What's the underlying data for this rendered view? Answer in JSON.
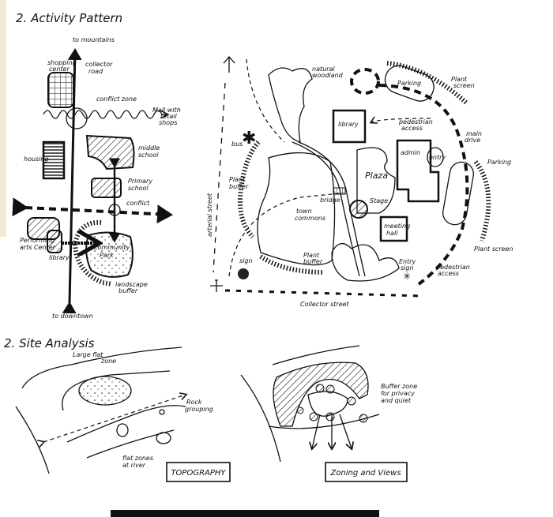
{
  "activity_pattern": {
    "title": "2. Activity Pattern",
    "to_mountains": "to mountains",
    "to_downtown": "to downtown",
    "collector_road": [
      "collector",
      "road"
    ],
    "shopping_center": [
      "shopping",
      "center"
    ],
    "conflict_zone": "conflict zone",
    "mall": [
      "Mall with",
      "retail",
      "shops"
    ],
    "housing": "housing",
    "middle_school": [
      "middle",
      "school"
    ],
    "primary_school": [
      "Primary",
      "school"
    ],
    "conflict": "conflict",
    "performing_arts": [
      "Performing",
      "arts Center"
    ],
    "library": "library",
    "community_park": [
      "Community",
      "Park"
    ],
    "landscape_buffer": [
      "landscape",
      "buffer"
    ]
  },
  "site_plan": {
    "natural_woodland": [
      "natural",
      "woodland"
    ],
    "parking_top": "Parking",
    "plant_screen_top": [
      "Plant",
      "screen"
    ],
    "library": "library",
    "pedestrian_access_top": [
      "pedestrian",
      "access"
    ],
    "main_drive": [
      "main",
      "drive"
    ],
    "bus": "bus",
    "admin": "admin",
    "entry": "entry",
    "parking_right": "Parking",
    "plant_buffer_left": [
      "Plant",
      "buffer"
    ],
    "arterial_street": "arterial street",
    "plaza": "Plaza",
    "bridge": "bridge",
    "stage": "Stage",
    "town_commons": [
      "town",
      "commons"
    ],
    "meeting_hall": [
      "meeting",
      "hall"
    ],
    "plant_screen_right": "Plant screen",
    "sign": "sign",
    "plant_buffer_bottom": [
      "Plant",
      "buffer"
    ],
    "entry_sign": [
      "Entry",
      "sign"
    ],
    "pedestrian_access_bottom": [
      "pedestrian",
      "access"
    ],
    "collector_street": "Collector street"
  },
  "site_analysis": {
    "title": "2. Site Analysis",
    "large_flat_zone": [
      "Large flat",
      "zone"
    ],
    "rock_grouping": [
      "Rock",
      "grouping"
    ],
    "flat_zones": [
      "flat zones",
      "at river"
    ],
    "topography": "TOPOGRAPHY",
    "buffer_zone": [
      "Buffer zone",
      "for privacy",
      "and quiet"
    ],
    "zoning_views": "Zoning and Views"
  }
}
